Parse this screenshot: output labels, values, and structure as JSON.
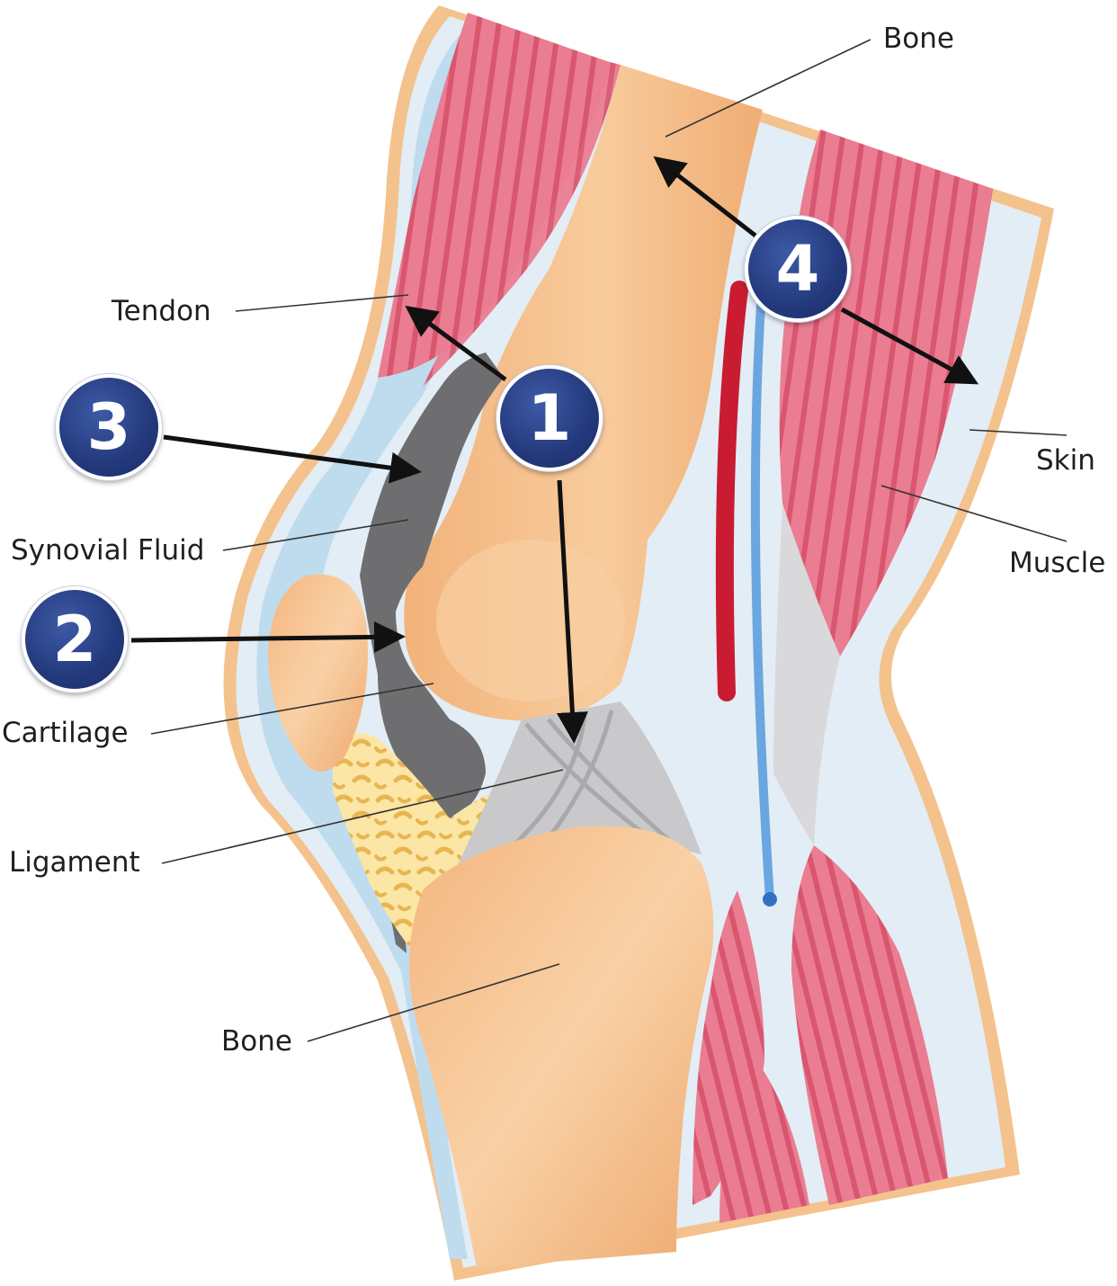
{
  "labels": {
    "bone_top": "Bone",
    "tendon": "Tendon",
    "skin": "Skin",
    "synovial_fluid": "Synovial Fluid",
    "muscle": "Muscle",
    "cartilage": "Cartilage",
    "ligament": "Ligament",
    "bone_bottom": "Bone"
  },
  "badges": {
    "one": "1",
    "two": "2",
    "three": "3",
    "four": "4"
  },
  "colors": {
    "skin": "#f6c994",
    "fluid_blue": "#d3e6f3",
    "muscle": "#e8788d",
    "bone": "#f7c190",
    "cartilage_grey": "#6e6e70",
    "ligament": "#c9c9cb",
    "artery": "#c91c32",
    "vein": "#6aa6e0",
    "badge": "#23397c"
  }
}
